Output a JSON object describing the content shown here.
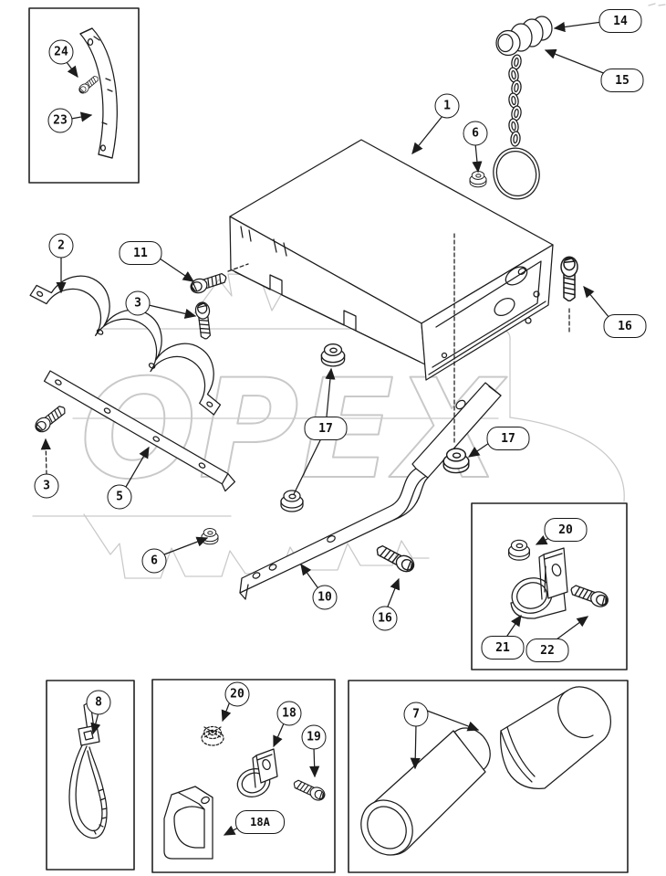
{
  "page": {
    "background": "#ffffff",
    "line_color": "#1c1c1c",
    "watermark_color": "#c9c9c9"
  },
  "watermark": {
    "text": "OPEX"
  },
  "callouts": {
    "c1": "1",
    "c2": "2",
    "c3a": "3",
    "c3b": "3",
    "c5": "5",
    "c6a": "6",
    "c6b": "6",
    "c7": "7",
    "c8": "8",
    "c10": "10",
    "c11": "11",
    "c14": "14",
    "c15": "15",
    "c16a": "16",
    "c16b": "16",
    "c17a": "17",
    "c17b": "17",
    "c18": "18",
    "c18a": "18A",
    "c19": "19",
    "c20a": "20",
    "c20b": "20",
    "c21": "21",
    "c22": "22",
    "c23": "23",
    "c24": "24"
  }
}
